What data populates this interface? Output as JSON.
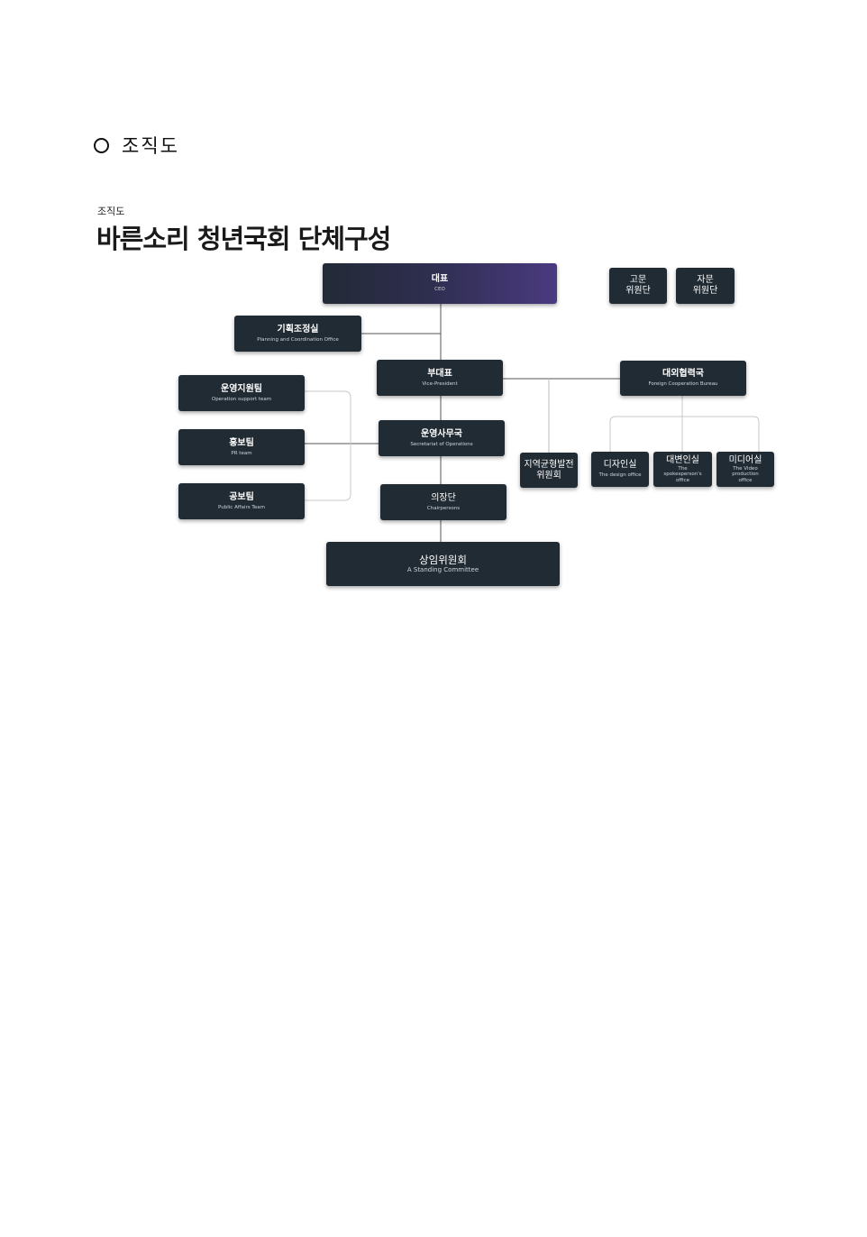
{
  "heading": {
    "text": "조직도"
  },
  "section": {
    "small_label": "조직도",
    "title": "바른소리 청년국회 단체구성"
  },
  "org": {
    "ceo": {
      "ko": "대표",
      "en": "CEO"
    },
    "advisors": {
      "ko": "고문\n위원단"
    },
    "advisory_committee": {
      "ko": "자문\n위원단"
    },
    "planning": {
      "ko": "기획조정실",
      "en": "Planning and Coordination Office"
    },
    "vice_president": {
      "ko": "부대표",
      "en": "Vice-President"
    },
    "foreign_bureau": {
      "ko": "대외협력국",
      "en": "Foreign Cooperation Bureau"
    },
    "operation_support": {
      "ko": "운영지원팀",
      "en": "Operation support team"
    },
    "pr_team": {
      "ko": "홍보팀",
      "en": "PR team"
    },
    "public_affairs": {
      "ko": "공보팀",
      "en": "Public Affairs Team"
    },
    "secretariat": {
      "ko": "운영사무국",
      "en": "Secretariat of Operations"
    },
    "regional": {
      "ko": "지역균형발전\n위원회"
    },
    "design_office": {
      "ko": "디자인실",
      "en": "The design office"
    },
    "spokesperson": {
      "ko": "대변인실",
      "en": "The\nspokesperson's\noffice"
    },
    "media": {
      "ko": "미디어실",
      "en": "The Video\nproduction\noffice"
    },
    "chairpersons": {
      "ko": "의장단",
      "en": "Chairpersons"
    },
    "standing_committee": {
      "ko": "상임위원회",
      "en": "A Standing Committee"
    }
  },
  "colors": {
    "box": "#212b33",
    "ceo_gradient_end": "#4a3a80",
    "line": "#555555",
    "light_line": "#c8c8c8"
  }
}
